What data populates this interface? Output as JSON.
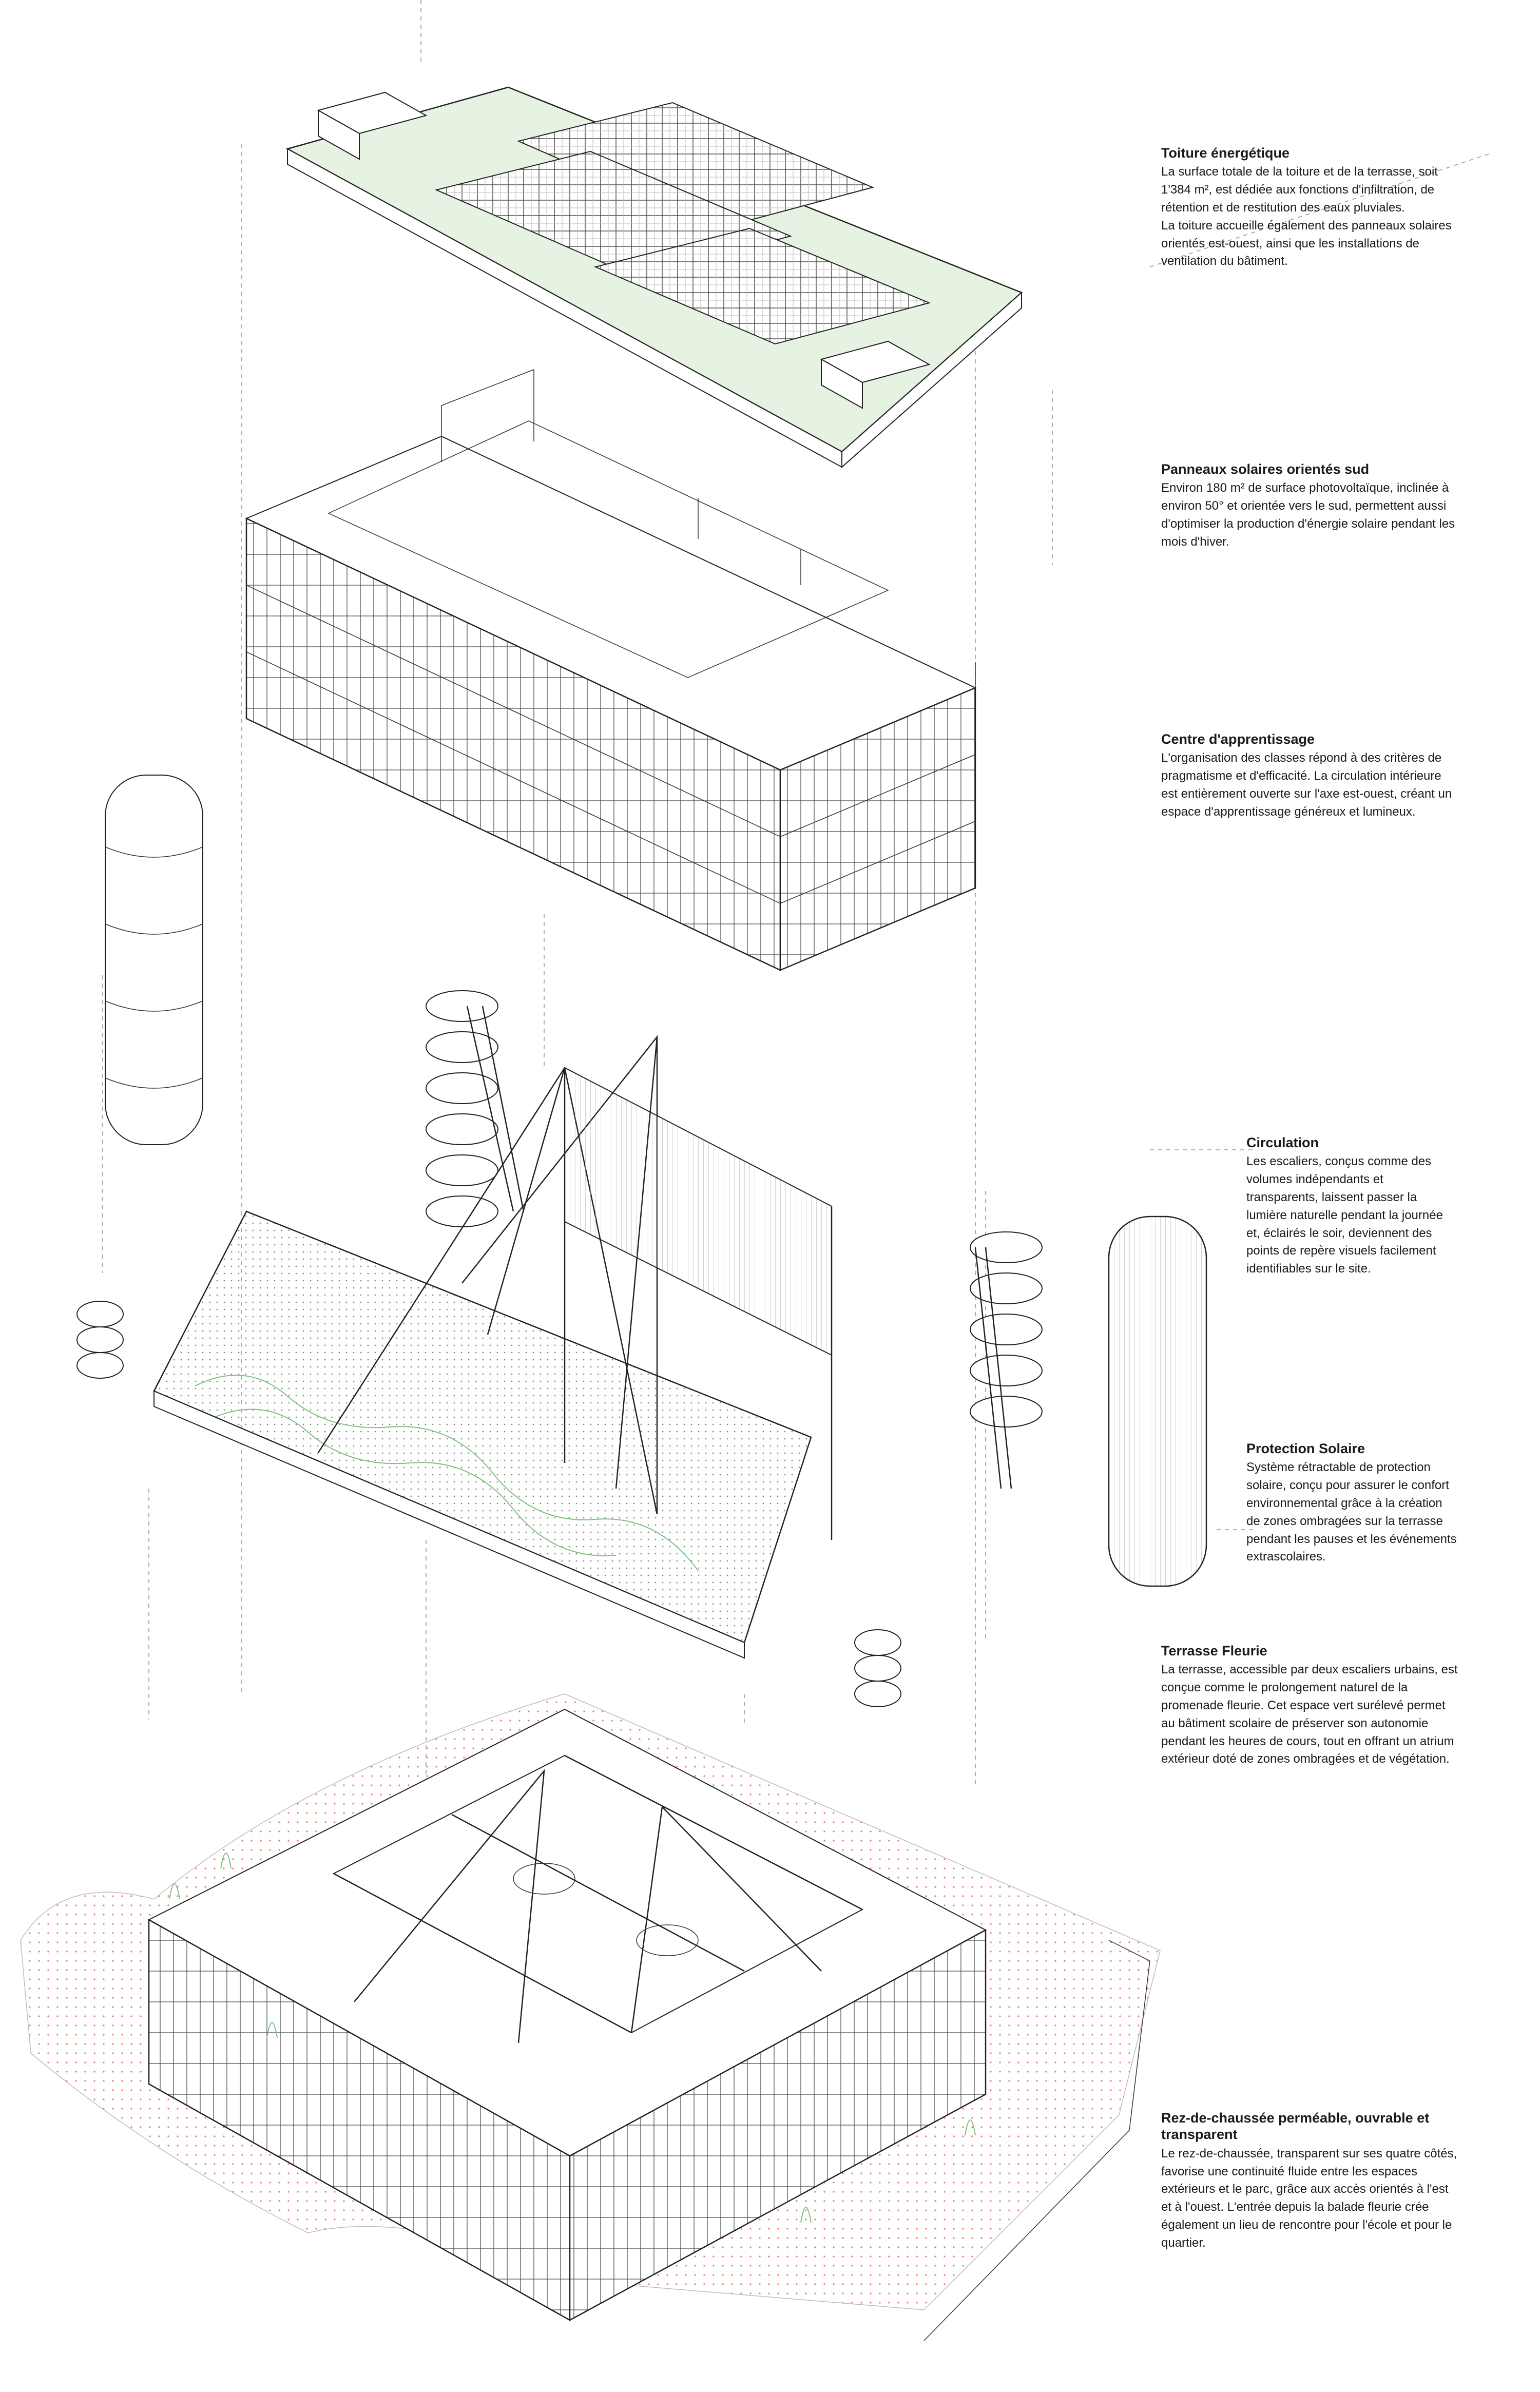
{
  "annotations": [
    {
      "id": "toiture",
      "title": "Toiture énergétique",
      "body": "La surface totale de la toiture et de la terrasse, soit\n1'384 m², est dédiée aux fonctions d'infiltration, de\nrétention et de restitution des eaux pluviales.\nLa toiture accueille également des panneaux solaires\norientés est-ouest, ainsi que les installations de\nventilation du bâtiment."
    },
    {
      "id": "panneaux",
      "title": "Panneaux solaires orientés sud",
      "body": "Environ 180 m² de surface photovoltaïque, inclinée à\nenviron 50° et orientée vers le sud, permettent aussi\nd'optimiser la production d'énergie solaire pendant les\nmois d'hiver."
    },
    {
      "id": "centre",
      "title": "Centre d'apprentissage",
      "body": "L'organisation des classes répond à des critères de\npragmatisme et d'efficacité. La circulation intérieure\nest entièrement ouverte sur l'axe est-ouest, créant un\nespace d'apprentissage généreux et lumineux."
    },
    {
      "id": "circulation",
      "title": "Circulation",
      "body": "Les escaliers, conçus comme des\nvolumes indépendants et\ntransparents, laissent passer la\nlumière naturelle pendant la journée\net, éclairés le soir, deviennent des\npoints de repère visuels facilement\nidentifiables sur le site."
    },
    {
      "id": "protection",
      "title": "Protection Solaire",
      "body": "Système rétractable de protection\nsolaire, conçu pour assurer le confort\nenvironnemental grâce à la création\nde zones ombragées sur la terrasse\npendant les pauses et les événements\nextrascolaires."
    },
    {
      "id": "terrasse",
      "title": "Terrasse Fleurie",
      "body": "La terrasse, accessible par deux escaliers urbains, est\nconçue comme le prolongement naturel de la\npromenade fleurie. Cet espace vert surélevé permet\nau bâtiment scolaire de préserver son autonomie\npendant les heures de cours, tout en offrant un atrium\nextérieur doté de zones ombragées et de végétation."
    },
    {
      "id": "rdc",
      "title": "Rez-de-chaussée perméable, ouvrable et\ntransparent",
      "body": "Le rez-de-chaussée, transparent sur ses quatre côtés,\nfavorise une continuité fluide entre les espaces\nextérieurs et le parc, grâce aux accès orientés à l'est\net à l'ouest. L'entrée depuis la balade fleurie crée\négalement un lieu de rencontre pour l'école et pour le\nquartier."
    }
  ],
  "colors": {
    "line": "#222222",
    "vegetation": "#7cc27c",
    "green_roof": "#e6f3e3",
    "ground_dots": "#e07a6a"
  }
}
